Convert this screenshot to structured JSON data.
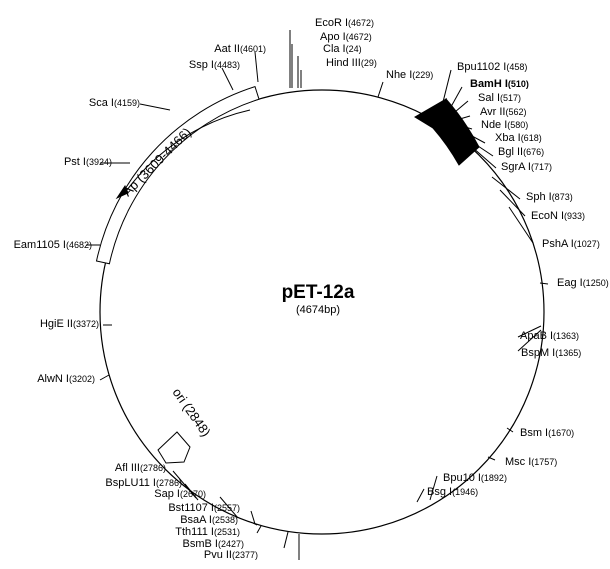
{
  "plasmid": {
    "name": "pET-12a",
    "size_label": "(4674bp)"
  },
  "features": [
    {
      "id": "ap",
      "label": "Ap (3609-4466)"
    },
    {
      "id": "ori",
      "label": "ori (2848)"
    }
  ],
  "sites": [
    {
      "name": "EcoR I",
      "pos": "(4672)"
    },
    {
      "name": "Apo I",
      "pos": "(4672)"
    },
    {
      "name": "Cla I",
      "pos": "(24)"
    },
    {
      "name": "Hind III",
      "pos": "(29)"
    },
    {
      "name": "Nhe I",
      "pos": "(229)"
    },
    {
      "name": "Bpu1102 I",
      "pos": "(458)"
    },
    {
      "name": "BamH I",
      "pos": "(510)",
      "bold": true
    },
    {
      "name": "Sal I",
      "pos": "(517)"
    },
    {
      "name": "Avr II",
      "pos": "(562)"
    },
    {
      "name": "Nde I",
      "pos": "(580)"
    },
    {
      "name": "Xba I",
      "pos": "(618)"
    },
    {
      "name": "Bgl II",
      "pos": "(676)"
    },
    {
      "name": "SgrA I",
      "pos": "(717)"
    },
    {
      "name": "Sph I",
      "pos": "(873)"
    },
    {
      "name": "EcoN I",
      "pos": "(933)"
    },
    {
      "name": "PshA I",
      "pos": "(1027)"
    },
    {
      "name": "Eag I",
      "pos": "(1250)"
    },
    {
      "name": "ApaB I",
      "pos": "(1363)"
    },
    {
      "name": "BspM I",
      "pos": "(1365)"
    },
    {
      "name": "Bsm I",
      "pos": "(1670)"
    },
    {
      "name": "Msc I",
      "pos": "(1757)"
    },
    {
      "name": "Bpu10 I",
      "pos": "(1892)"
    },
    {
      "name": "Bsg I",
      "pos": "(1946)"
    },
    {
      "name": "Pvu II",
      "pos": "(2377)"
    },
    {
      "name": "BsmB I",
      "pos": "(2427)"
    },
    {
      "name": "Tth111 I",
      "pos": "(2531)"
    },
    {
      "name": "BsaA I",
      "pos": "(2538)"
    },
    {
      "name": "Bst1107 I",
      "pos": "(2557)"
    },
    {
      "name": "Sap I",
      "pos": "(2670)"
    },
    {
      "name": "BspLU11 I",
      "pos": "(2786)"
    },
    {
      "name": "Afl III",
      "pos": "(2786)"
    },
    {
      "name": "AlwN I",
      "pos": "(3202)"
    },
    {
      "name": "HgiE II",
      "pos": "(3372)"
    },
    {
      "name": "Eam1105 I",
      "pos": "(4682)"
    },
    {
      "name": "Pst I",
      "pos": "(3924)"
    },
    {
      "name": "Sca I",
      "pos": "(4159)"
    },
    {
      "name": "Ssp I",
      "pos": "(4483)"
    },
    {
      "name": "Aat II",
      "pos": "(4601)"
    }
  ]
}
